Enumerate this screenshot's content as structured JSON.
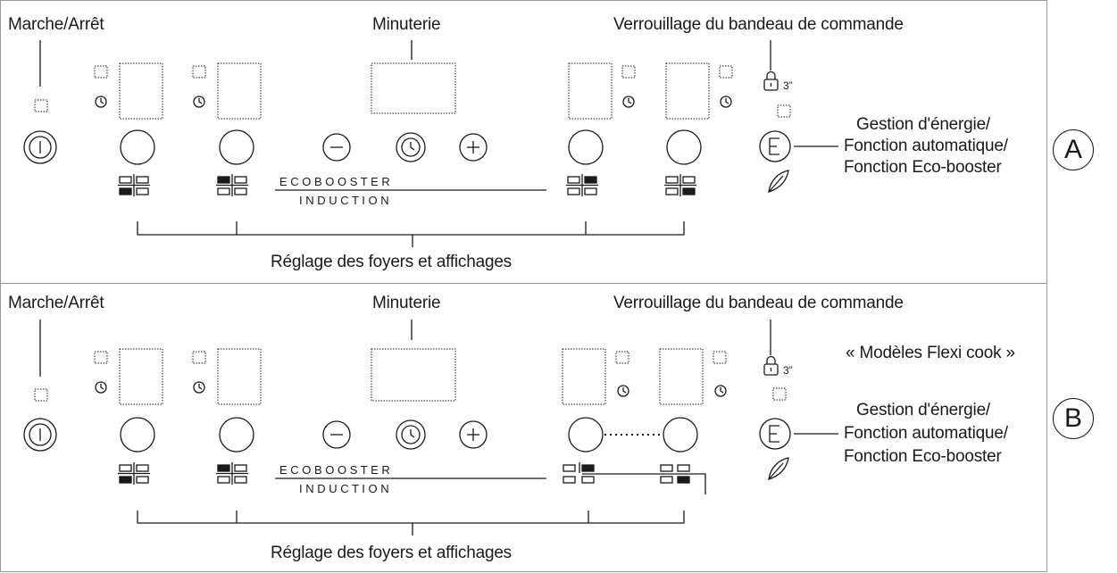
{
  "panels": [
    {
      "id": "A",
      "badge": "A",
      "labels": {
        "power": "Marche/Arrêt",
        "timer": "Minuterie",
        "lock": "Verrouillage du bandeau de commande",
        "energy_1": "Gestion d'énergie/",
        "energy_2": "Fonction automatique/",
        "energy_3": "Fonction Eco-booster",
        "zones": "Réglage des foyers et affichages"
      }
    },
    {
      "id": "B",
      "badge": "B",
      "labels": {
        "power": "Marche/Arrêt",
        "timer": "Minuterie",
        "lock": "Verrouillage du bandeau de commande",
        "flexi": "« Modèles Flexi cook »",
        "energy_1": "Gestion d'énergie/",
        "energy_2": "Fonction automatique/",
        "energy_3": "Fonction Eco-booster",
        "zones": "Réglage des foyers et affichages"
      }
    }
  ],
  "brand": {
    "eco_booster": "E C O      B O O S T E R",
    "induction": "I    N    D    U    C    T    I    O    N"
  },
  "lock_time": "3”",
  "controls": {
    "minus": "−",
    "plus": "+",
    "energy_key": "E"
  },
  "icons": [
    "power-icon",
    "clock-icon",
    "lock-icon",
    "leaf-icon",
    "minus-icon",
    "plus-icon",
    "energy-e-icon"
  ]
}
